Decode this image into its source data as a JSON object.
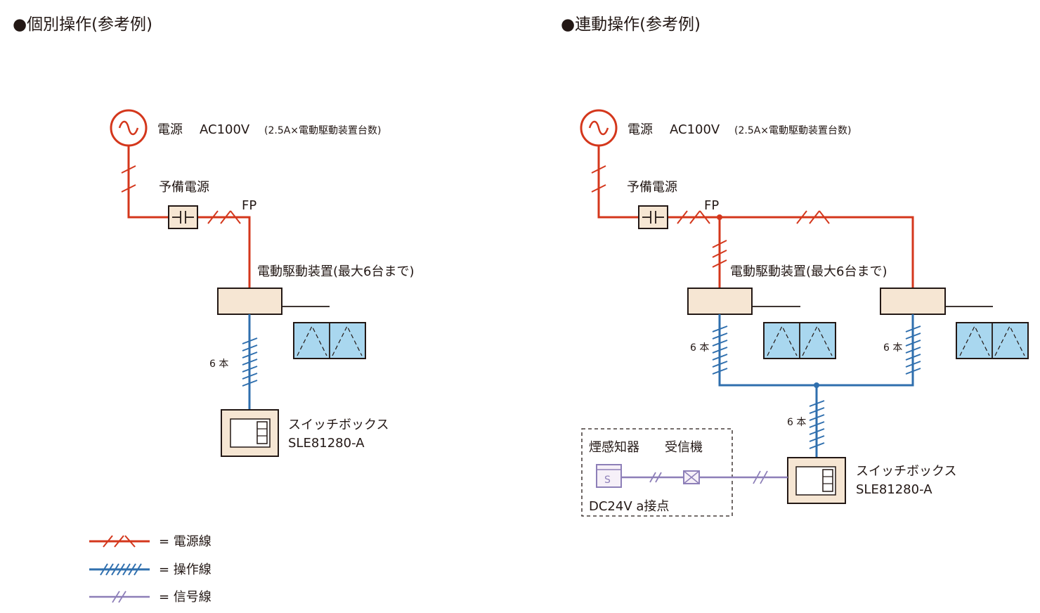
{
  "left": {
    "title": "●個別操作(参考例)",
    "power_label": "電源",
    "power_value": "AC100V",
    "power_note": "(2.5A×電動駆動装置台数)",
    "backup_label": "予備電源",
    "fp_label": "FP",
    "drive_label": "電動駆動装置(最大6台まで)",
    "wire_count": "6 本",
    "switch_name": "スイッチボックス",
    "switch_model": "SLE81280-A"
  },
  "right": {
    "title": "●連動操作(参考例)",
    "power_label": "電源",
    "power_value": "AC100V",
    "power_note": "(2.5A×電動駆動装置台数)",
    "backup_label": "予備電源",
    "fp_label": "FP",
    "drive_label": "電動駆動装置(最大6台まで)",
    "wire_count_left": "6 本",
    "wire_count_right": "6 本",
    "wire_count_center": "6 本",
    "switch_name": "スイッチボックス",
    "switch_model": "SLE81280-A",
    "smoke_label": "煙感知器",
    "receiver_label": "受信機",
    "smoke_symbol": "S",
    "dc_label": "DC24V a接点"
  },
  "legend": {
    "power_line": "= 電源線",
    "operation_line": "= 操作線",
    "signal_line": "= 信号線"
  },
  "colors": {
    "power": "#d4371c",
    "operation": "#2f6fae",
    "signal": "#8d7fb8",
    "device_fill": "#f6e6d3",
    "window_fill": "#a9d7ef"
  }
}
